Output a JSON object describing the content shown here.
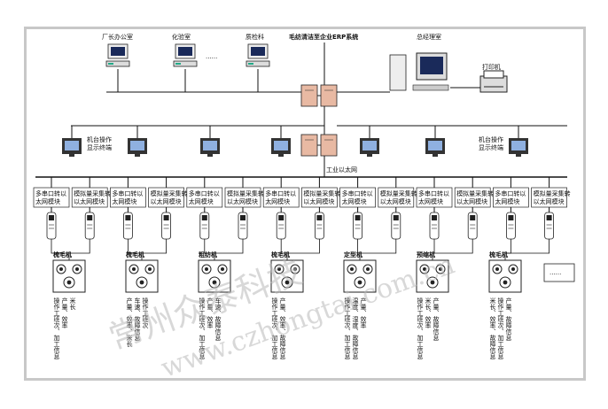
{
  "top": {
    "erp_title": "毛纺清洁至企业ERP系统",
    "office_labels": [
      "厂长办公室",
      "化验室",
      "质检科"
    ],
    "ellipsis": "......",
    "gm_office": "总经理室",
    "printer": "打印机"
  },
  "middle": {
    "display_left": "机台操作\n显示终端",
    "display_right": "机台操作\n显示终端",
    "ethernet": "工业以太网"
  },
  "modules": [
    "多串口转以太网模块",
    "模拟量采集转以太网模块",
    "多串口转以太网模块",
    "模拟量采集转以太网模块",
    "多串口转以太网模块",
    "模拟量采集转以太网模块",
    "多串口转以太网模块",
    "模拟量采集转以太网模块",
    "多串口转以太网模块",
    "模拟量采集转以太网模块",
    "多串口转以太网模块",
    "模拟量采集转以太网模块",
    "多串口转以太网模块",
    "模拟量采集转以太网模块"
  ],
  "machines": [
    {
      "name": "梳毛机",
      "info": [
        "操作工班次、加工信息",
        "产量、效率",
        "米长"
      ]
    },
    {
      "name": "梳毛机",
      "info": [
        "产量、效率、米长",
        "车速、故障信息",
        "操作工班次"
      ]
    },
    {
      "name": "粗纺机",
      "info": [
        "操作工班次、加工信息",
        "产量、效率",
        "车速、故障信息"
      ]
    },
    {
      "name": "梳毛机",
      "info": [
        "操作工班次、加工信息",
        "产量、效率、故障信息"
      ]
    },
    {
      "name": "定型机",
      "info": [
        "操作工班次、加工信息",
        "温度、湿度、故障信息",
        "产量、效率"
      ]
    },
    {
      "name": "预缩机",
      "info": [
        "操作工班次、加工信息",
        "米长、效率",
        "产量、故障信息"
      ]
    },
    {
      "name": "梳毛机",
      "info": [
        "米长、效率、故障信息",
        "操作工班次、加工信息",
        "产量、故障信息"
      ]
    }
  ],
  "more": "......",
  "watermark": {
    "chinese": "常州众泰科技",
    "url": "www.czhongtai.com.cn"
  },
  "colors": {
    "line": "#111111",
    "frame": "#c8c8c8",
    "hub": "#e8b9a3",
    "watermark": "#b9b9b9"
  }
}
